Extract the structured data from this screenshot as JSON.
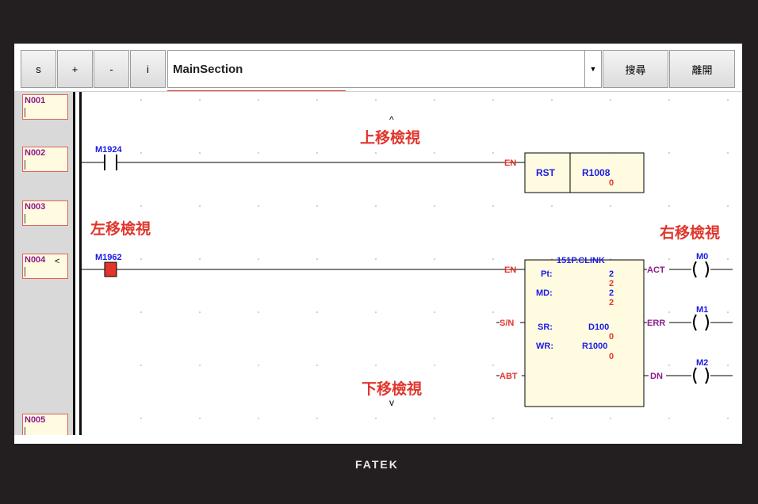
{
  "toolbar": {
    "s_label": "s",
    "plus_label": "+",
    "minus_label": "-",
    "info_label": "i",
    "section_name": "MainSection",
    "dropdown_arrow": "▼",
    "search_label": "搜尋",
    "exit_label": "離開"
  },
  "networks": [
    {
      "label": "N001"
    },
    {
      "label": "N002"
    },
    {
      "label": "N003"
    },
    {
      "label": "N004"
    },
    {
      "label": "N005"
    }
  ],
  "network_marker": "<",
  "hints": {
    "up": "上移檢視",
    "left": "左移檢視",
    "right": "右移檢視",
    "down": "下移檢視",
    "up_arrow": "^",
    "down_arrow": "v"
  },
  "rung2": {
    "contact": "M1924",
    "en": "EN",
    "func": "RST",
    "operand": "R1008",
    "operand_index": "0"
  },
  "rung4": {
    "contact": "M1962",
    "block_title": "151P.CLINK",
    "inputs": [
      "EN",
      "S/N",
      "ABT"
    ],
    "outputs": [
      "ACT",
      "ERR",
      "DN"
    ],
    "pt_label": "Pt:",
    "pt_value": "2",
    "pt_index": "2",
    "md_label": "MD:",
    "md_value": "2",
    "md_index": "2",
    "sr_label": "SR:",
    "sr_value": "D100",
    "sr_index": "0",
    "wr_label": "WR:",
    "wr_value": "R1000",
    "wr_index": "0",
    "coils": [
      "M0",
      "M1",
      "M2"
    ]
  },
  "brand": "FATEK",
  "colors": {
    "red": "#e0362c",
    "blue": "#1a1ae6",
    "purple": "#8b1a8b",
    "contact_active": "#e0362c"
  }
}
